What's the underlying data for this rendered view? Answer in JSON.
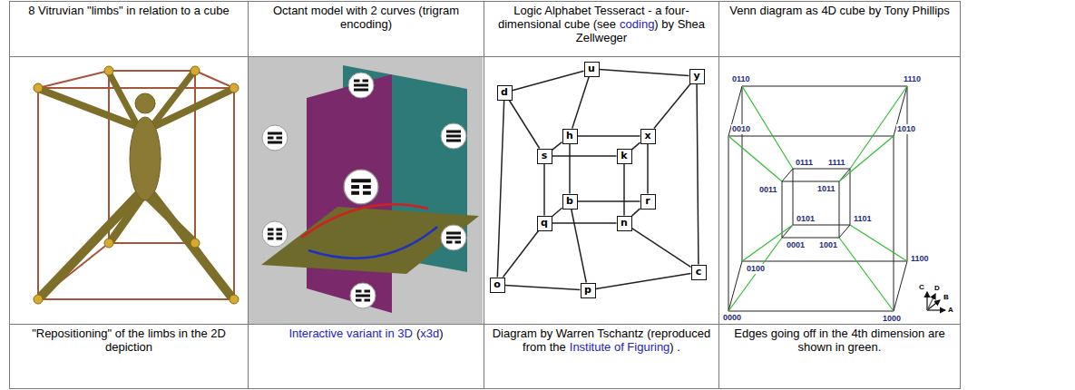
{
  "diagram": {
    "nodes": [
      {
        "text": [
          "u"
        ]
      },
      {
        "text": [
          "y"
        ]
      },
      {
        "text": [
          "d"
        ]
      },
      {
        "text": [
          "h"
        ]
      },
      {
        "text": [
          "x"
        ]
      },
      {
        "text": [
          "s"
        ]
      },
      {
        "text": [
          "k"
        ]
      },
      {
        "text": [
          "b"
        ]
      },
      {
        "text": [
          "r"
        ]
      },
      {
        "text": [
          "q"
        ]
      },
      {
        "text": [
          "n"
        ]
      },
      {
        "text": [
          "c"
        ]
      },
      {
        "text": [
          "o"
        ]
      },
      {
        "text": [
          "p"
        ]
      }
    ],
    "edges": [
      {
        "from": 2,
        "to": 0,
        "arrow": "none"
      },
      {
        "from": 0,
        "to": 1,
        "arrow": "none"
      },
      {
        "from": 1,
        "to": 11,
        "arrow": "none"
      },
      {
        "from": 11,
        "to": 13,
        "arrow": "none"
      },
      {
        "from": 12,
        "to": 13,
        "arrow": "none"
      },
      {
        "from": 2,
        "to": 12,
        "arrow": "none"
      },
      {
        "from": 3,
        "to": 4,
        "arrow": "none"
      },
      {
        "from": 4,
        "to": 8,
        "arrow": "none"
      },
      {
        "from": 7,
        "to": 8,
        "arrow": "none"
      },
      {
        "from": 3,
        "to": 7,
        "arrow": "none"
      },
      {
        "from": 5,
        "to": 6,
        "arrow": "none"
      },
      {
        "from": 6,
        "to": 10,
        "arrow": "none"
      },
      {
        "from": 9,
        "to": 10,
        "arrow": "none"
      },
      {
        "from": 5,
        "to": 9,
        "arrow": "none"
      },
      {
        "from": 3,
        "to": 5,
        "arrow": "none"
      },
      {
        "from": 4,
        "to": 6,
        "arrow": "none"
      },
      {
        "from": 7,
        "to": 9,
        "arrow": "none"
      },
      {
        "from": 8,
        "to": 10,
        "arrow": "none"
      },
      {
        "from": 2,
        "to": 5,
        "arrow": "none"
      },
      {
        "from": 0,
        "to": 3,
        "arrow": "none"
      },
      {
        "from": 1,
        "to": 4,
        "arrow": "none"
      },
      {
        "from": 10,
        "to": 11,
        "arrow": "none"
      },
      {
        "from": 9,
        "to": 12,
        "arrow": "none"
      },
      {
        "from": 7,
        "to": 13,
        "arrow": "none"
      }
    ],
    "labels": [
      "8 Vitruvian \"limbs\" in relation to a cube",
      "Octant model with 2 curves (trigram encoding)",
      "Logic Alphabet Tesseract - a four-dimensional cube (see",
      "coding",
      ") by Shea Zellweger",
      "Venn diagram as 4D cube by Tony Phillips",
      "0110",
      "1110",
      "0010",
      "1010",
      "0111",
      "1111",
      "0011",
      "1011",
      "0101",
      "1101",
      "0001",
      "1001",
      "0100",
      "1100",
      "0000",
      "1000",
      "C",
      "D",
      "B",
      "A",
      "\"Repositioning\" of the limbs in the 2D depiction",
      "Interactive variant in 3D",
      "(",
      "x3d",
      ")",
      "Diagram by Warren Tschantz (reproduced from the",
      "Institute of Figuring",
      ") .",
      "Edges going off in the 4th dimension are shown in green."
    ]
  }
}
